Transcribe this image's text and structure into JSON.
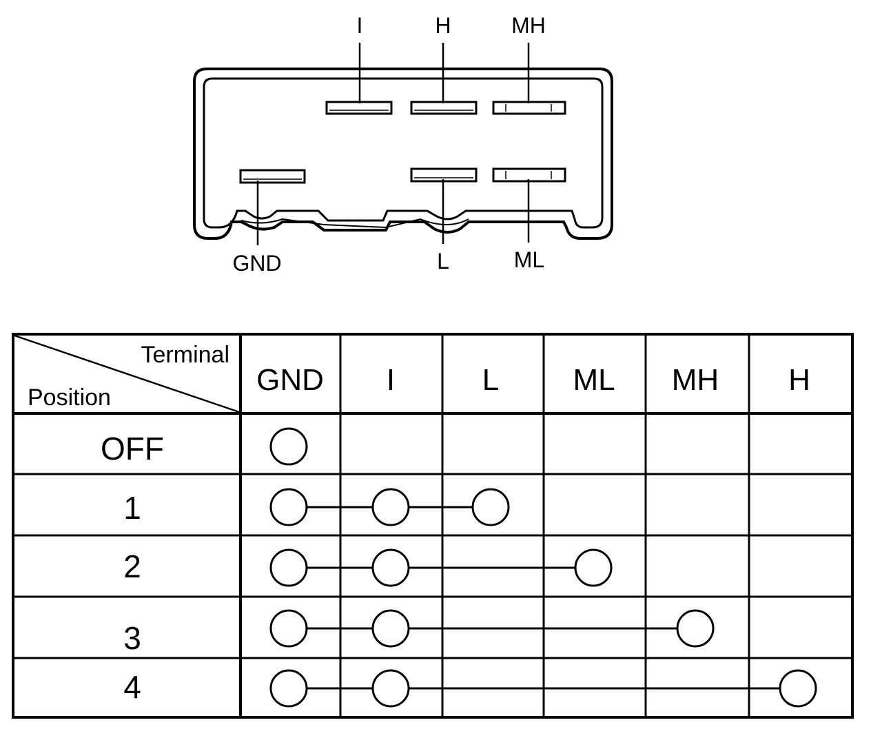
{
  "connector": {
    "top_labels": [
      "I",
      "H",
      "MH"
    ],
    "bottom_labels": [
      "GND",
      "L",
      "ML"
    ]
  },
  "table": {
    "corner": {
      "col_header": "Terminal",
      "row_header": "Position"
    },
    "terminals": [
      "GND",
      "I",
      "L",
      "ML",
      "MH",
      "H"
    ],
    "positions": [
      {
        "label": "OFF",
        "connected": [
          "GND"
        ]
      },
      {
        "label": "1",
        "connected": [
          "GND",
          "I",
          "L"
        ]
      },
      {
        "label": "2",
        "connected": [
          "GND",
          "I",
          "ML"
        ]
      },
      {
        "label": "3",
        "connected": [
          "GND",
          "I",
          "MH"
        ]
      },
      {
        "label": "4",
        "connected": [
          "GND",
          "I",
          "H"
        ]
      }
    ]
  }
}
